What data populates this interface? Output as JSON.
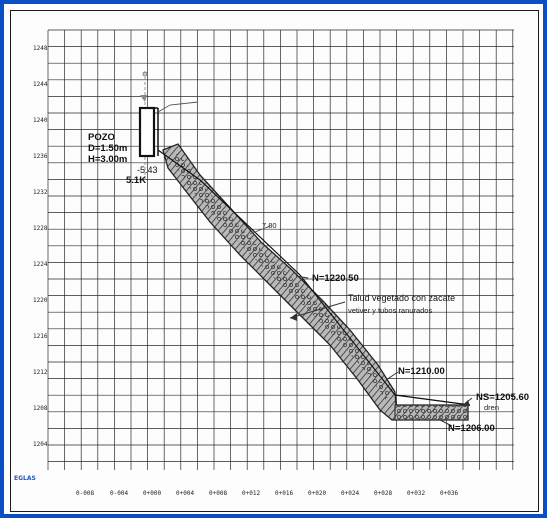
{
  "logo_text": "EGLAS",
  "y_axis": {
    "ticks": [
      "1248",
      "1244",
      "1240",
      "1236",
      "1232",
      "1228",
      "1224",
      "1220",
      "1216",
      "1212",
      "1208",
      "1204"
    ]
  },
  "x_axis": {
    "ticks": [
      "0-008",
      "0-004",
      "0+000",
      "0+004",
      "0+008",
      "0+012",
      "0+016",
      "0+020",
      "0+024",
      "0+028",
      "0+032",
      "0+036"
    ]
  },
  "annotations": {
    "pozo_name": "POZO",
    "pozo_diameter": "D=1.50m",
    "pozo_height": "H=3.00m",
    "pozo_top_level": "-5.43",
    "pozo_bottom_level": "5.1K",
    "slope_label": "7.80",
    "level_mid": "N=1220.50",
    "talud_line1": "Talud vegetado con zacate",
    "talud_line2": "vetiver y tubos ranurados",
    "level_lower": "N=1210.00",
    "ns_label": "NS=1205.60",
    "dren_label": "dren",
    "level_bottom": "N=1206.00"
  }
}
